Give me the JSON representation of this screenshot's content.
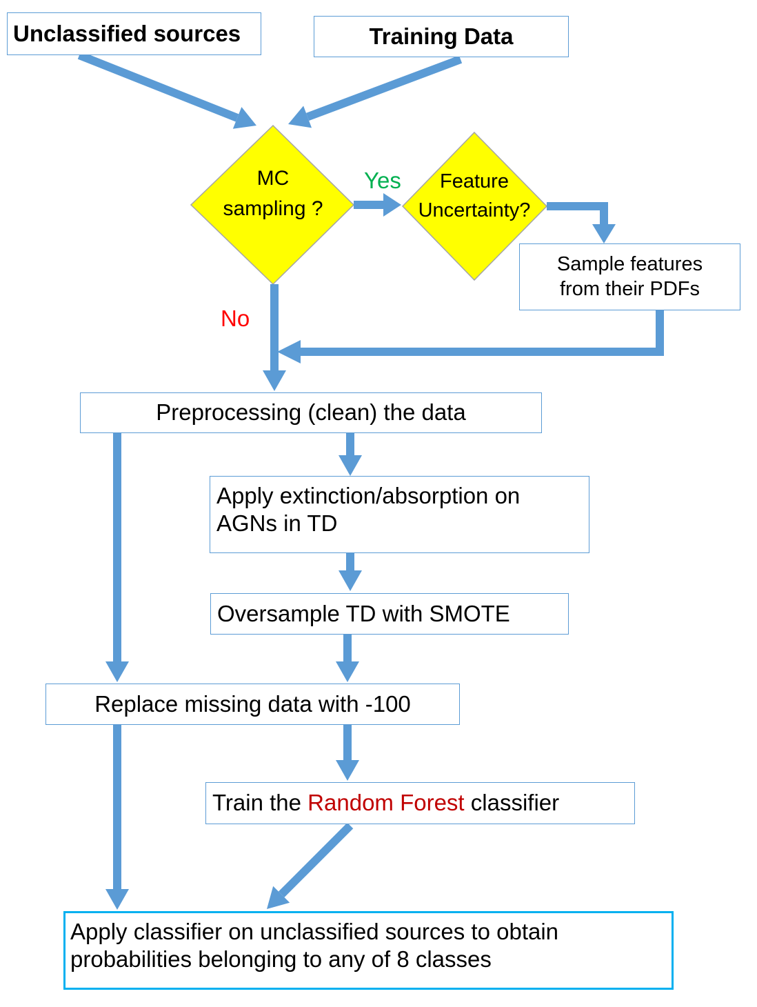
{
  "inputs": {
    "unclassified": "Unclassified sources",
    "training": "Training Data"
  },
  "decisions": {
    "mc_sampling": {
      "line1": "MC",
      "line2": "sampling ?"
    },
    "feature_uncertainty": {
      "line1": "Feature",
      "line2": "Uncertainty?"
    }
  },
  "labels": {
    "yes": "Yes",
    "no": "No"
  },
  "steps": {
    "sample_features": {
      "line1": "Sample features",
      "line2": "from their PDFs"
    },
    "preprocess": "Preprocessing (clean) the data",
    "extinction": {
      "line1": "Apply extinction/absorption on",
      "line2": "AGNs in TD"
    },
    "oversample": "Oversample TD with SMOTE",
    "replace_missing": "Replace missing data with -100",
    "train": {
      "prefix": "Train the ",
      "highlight": "Random Forest",
      "suffix": " classifier"
    },
    "apply": {
      "line1": "Apply classifier on unclassified sources to obtain",
      "line2": "probabilities belonging to any of 8 classes"
    }
  },
  "colors": {
    "arrow": "#5b9bd5",
    "box_border": "#5b9bd5",
    "final_border": "#00b0f0",
    "decision_fill": "#ffff00",
    "yes": "#00b050",
    "no": "#ff0000",
    "highlight": "#c00000"
  }
}
